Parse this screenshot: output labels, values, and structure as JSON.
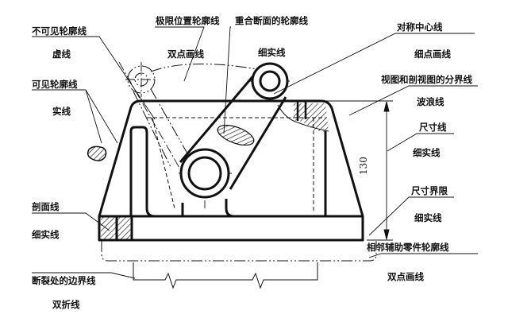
{
  "labels": {
    "invisible_outline": "不可见轮廓线",
    "dashed_line": "虚线",
    "limit_position_outline": "极限位置轮廓线",
    "double_dot_dash_1": "双点画线",
    "overlapped_section_outline": "重合断面的轮廓线",
    "thin_solid_1": "细实线",
    "symmetry_center_line": "对称中心线",
    "thin_dot_dash": "细点画线",
    "view_section_boundary": "视图和剖视图的分界线",
    "wavy_line": "波浪线",
    "visible_outline": "可见轮廓线",
    "solid_line": "实线",
    "dimension_line": "尺寸线",
    "thin_solid_2": "细实线",
    "hatch_line": "剖面线",
    "thin_solid_3": "细实线",
    "extension_line": "尺寸界限",
    "thin_solid_4": "细实线",
    "adjacent_part_outline": "相邻辅助零件轮廓线",
    "double_dot_dash_2": "双点画线",
    "break_boundary": "断裂处的边界线",
    "double_break_line": "双折线"
  },
  "dimension_value": "130",
  "colors": {
    "line": "#111111",
    "background": "#ffffff"
  }
}
